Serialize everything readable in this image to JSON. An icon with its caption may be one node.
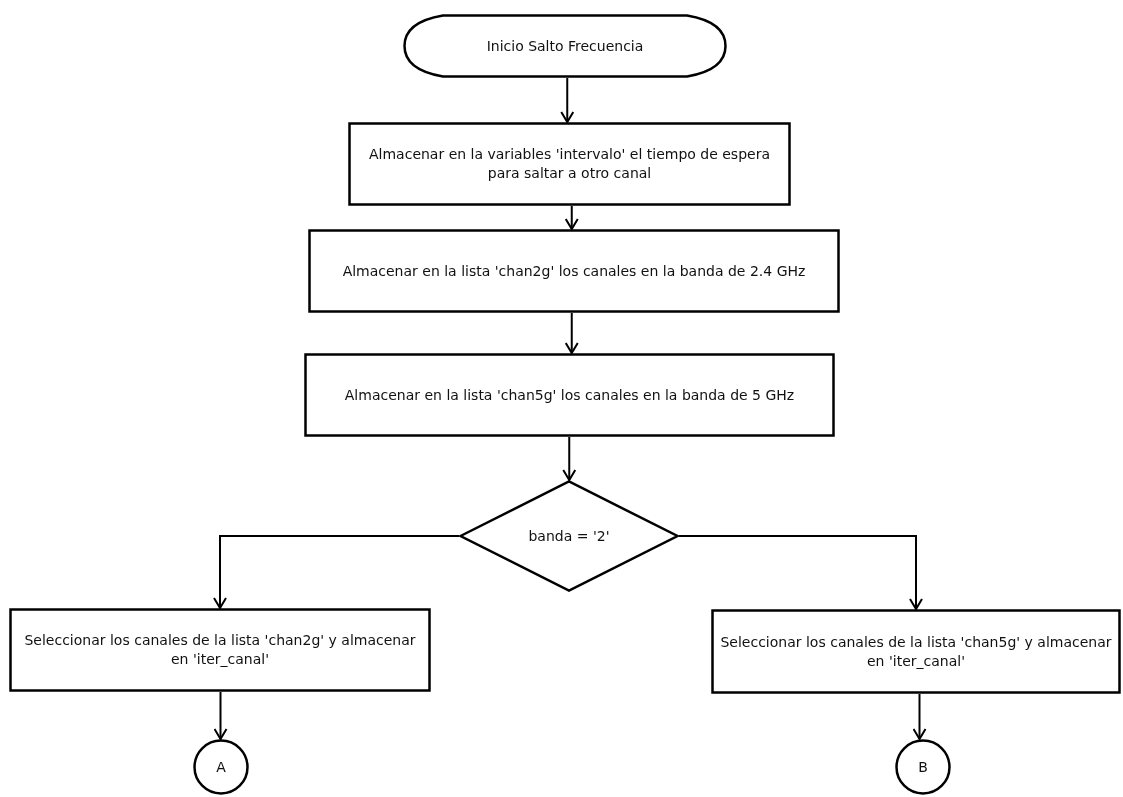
{
  "diagram": {
    "nodes": [
      {
        "text": [
          "Inicio Salto Frecuencia"
        ]
      },
      {
        "text": [
          "Almacenar en la variables 'intervalo' el tiempo de espera para saltar a otro canal"
        ]
      },
      {
        "text": [
          "Almacenar en la lista 'chan2g' los canales en la banda de 2.4 GHz"
        ]
      },
      {
        "text": [
          "Almacenar en la lista 'chan5g' los canales en la banda de 5 GHz"
        ]
      },
      {
        "text": [
          "banda = '2'"
        ]
      },
      {
        "text": [
          "Seleccionar los canales de la lista 'chan2g' y almacenar en 'iter_canal'"
        ]
      },
      {
        "text": [
          "Seleccionar los canales de la lista 'chan5g' y almacenar en 'iter_canal'"
        ]
      },
      {
        "text": [
          "A"
        ]
      },
      {
        "text": [
          "B"
        ]
      }
    ],
    "edges": [
      {
        "from": 0,
        "to": 1,
        "arrow": "to"
      },
      {
        "from": 1,
        "to": 2,
        "arrow": "to"
      },
      {
        "from": 2,
        "to": 3,
        "arrow": "to"
      },
      {
        "from": 3,
        "to": 4,
        "arrow": "to"
      },
      {
        "from": 4,
        "to": 5,
        "arrow": "to"
      },
      {
        "from": 4,
        "to": 6,
        "arrow": "to"
      },
      {
        "from": 5,
        "to": 7,
        "arrow": "to"
      },
      {
        "from": 6,
        "to": 8,
        "arrow": "to"
      }
    ]
  }
}
